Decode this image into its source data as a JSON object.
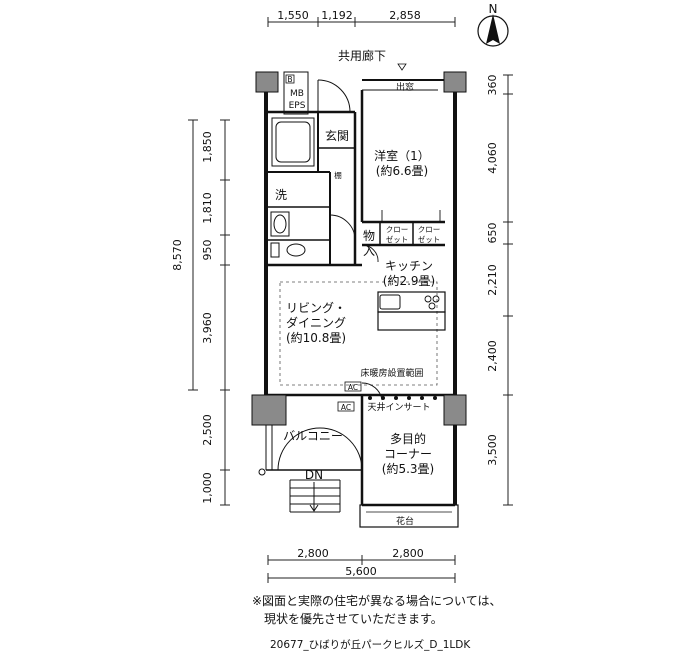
{
  "dimensions": {
    "top": [
      "1,550",
      "1,192",
      "2,858"
    ],
    "left": [
      "1,850",
      "1,810",
      "950",
      "3,960",
      "2,500",
      "1,000"
    ],
    "left_total": "8,570",
    "right": [
      "360",
      "4,060",
      "650",
      "2,210",
      "2,400",
      "3,500"
    ],
    "bottom": [
      "2,800",
      "2,800"
    ],
    "bottom_total": "5,600"
  },
  "compass": {
    "label": "N"
  },
  "corridor": {
    "label": "共用廊下"
  },
  "labels": {
    "b": "B",
    "mb": "MB",
    "eps": "EPS",
    "demado": "出窓",
    "genkan": "玄関",
    "tana": "棚",
    "sen": "洗",
    "youshitsu_name": "洋室（1）",
    "youshitsu_size": "(約6.6畳)",
    "monoire_1": "物",
    "monoire_2": "入",
    "closet_a_1": "クロー",
    "closet_a_2": "ゼット",
    "closet_b_1": "クロー",
    "closet_b_2": "ゼット",
    "kitchen_name": "キッチン",
    "kitchen_size": "(約2.9畳)",
    "ld_line1": "リビング・",
    "ld_line2": "ダイニング",
    "ld_size": "(約10.8畳)",
    "floor_heating": "床暖房設置範囲",
    "ac_1": "AC",
    "ac_2": "AC",
    "ceiling_insert": "天井インサート",
    "balcony": "バルコニー",
    "tamoku_line1": "多目的",
    "tamoku_line2": "コーナー",
    "tamoku_size": "(約5.3畳)",
    "dn": "DN",
    "kadan": "花台"
  },
  "note": {
    "line1": "※図面と実際の住宅が異なる場合については、",
    "line2": "現状を優先させていただきます。"
  },
  "caption": "20677_ひばりが丘パークヒルズ_D_1LDK"
}
